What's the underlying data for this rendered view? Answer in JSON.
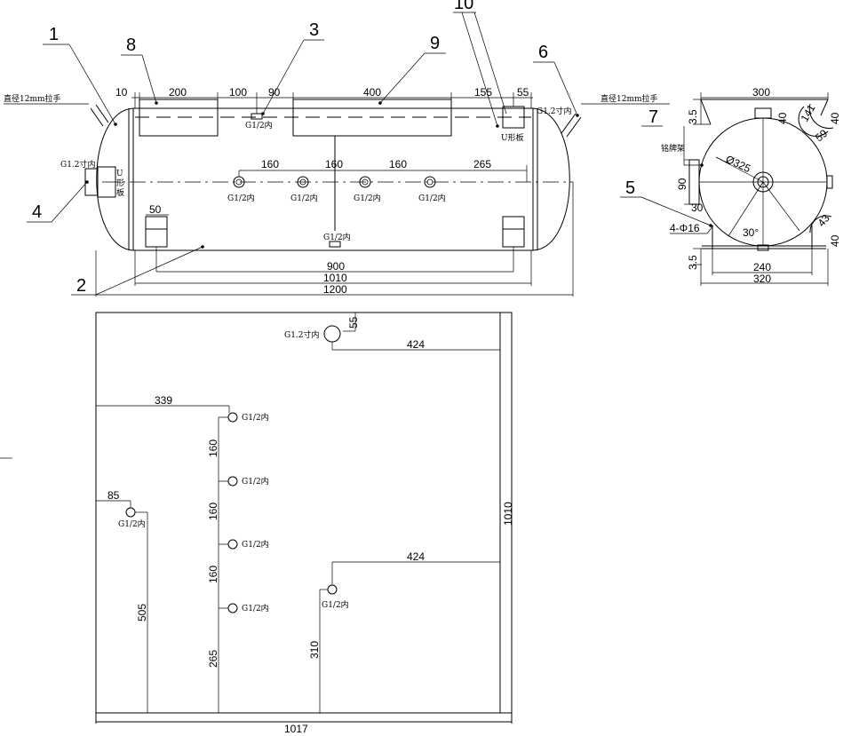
{
  "callouts": {
    "c1": "1",
    "c2": "2",
    "c3": "3",
    "c4": "4",
    "c5": "5",
    "c6": "6",
    "c7": "7",
    "c8": "8",
    "c9": "9",
    "c10": "10"
  },
  "front": {
    "dims": {
      "d10": "10",
      "d200": "200",
      "d100": "100",
      "d90": "90",
      "d400": "400",
      "d155": "155",
      "d55": "55",
      "d160a": "160",
      "d160b": "160",
      "d160c": "160",
      "d265": "265",
      "d50": "50",
      "d900": "900",
      "d1010": "1010",
      "d1200": "1200"
    },
    "notes": {
      "handle_left": "直径12mm拉手",
      "handle_right": "直径12mm拉手",
      "g12_left": "G1.2寸内",
      "g12_top_right": "G1.2寸内",
      "g12_top_mid": "G1/2内",
      "u_left_1": "U",
      "u_left_2": "形",
      "u_left_3": "板",
      "u_right": "U形板",
      "g12_port1": "G1/2内",
      "g12_port2": "G1/2内",
      "g12_port3": "G1/2内",
      "g12_port4": "G1/2内",
      "g12_bottom": "G1/2内"
    }
  },
  "side": {
    "dims": {
      "d300": "300",
      "d35_top": "3.5",
      "d40a": "40",
      "d141": "141",
      "d40b": "40",
      "d59": "59",
      "d325": "Ø325",
      "d90": "90",
      "d30": "30",
      "d30deg": "30°",
      "d4phi16": "4-Φ16",
      "d43": "43",
      "d40c": "40",
      "d35_bot": "3.5",
      "d240": "240",
      "d320": "320"
    },
    "notes": {
      "nameplate": "铭牌架"
    }
  },
  "plan": {
    "dims": {
      "d55": "55",
      "d424_top": "424",
      "d339": "339",
      "d160a": "160",
      "d160b": "160",
      "d160c": "160",
      "d85": "85",
      "d1010": "1010",
      "d424_mid": "424",
      "d505": "505",
      "d265": "265",
      "d310": "310",
      "d1017": "1017"
    },
    "notes": {
      "g12_top": "G1.2寸内",
      "p1": "G1/2内",
      "p2": "G1/2内",
      "p3": "G1/2内",
      "p4": "G1/2内",
      "p_left": "G1/2内",
      "p_right": "G1/2内"
    }
  }
}
